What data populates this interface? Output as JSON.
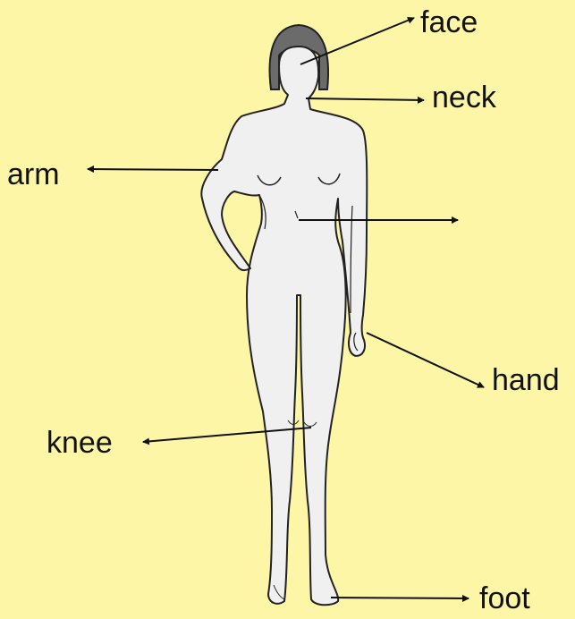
{
  "diagram": {
    "labels": {
      "face": "face",
      "neck": "neck",
      "arm": "arm",
      "hand": "hand",
      "knee": "knee",
      "foot": "foot",
      "stomach": ""
    }
  },
  "colors": {
    "background": "#fdf6a6",
    "body_fill": "#f0f0f0",
    "outline": "#222222",
    "hair": "#6b6b6b",
    "arrow": "#111111"
  }
}
